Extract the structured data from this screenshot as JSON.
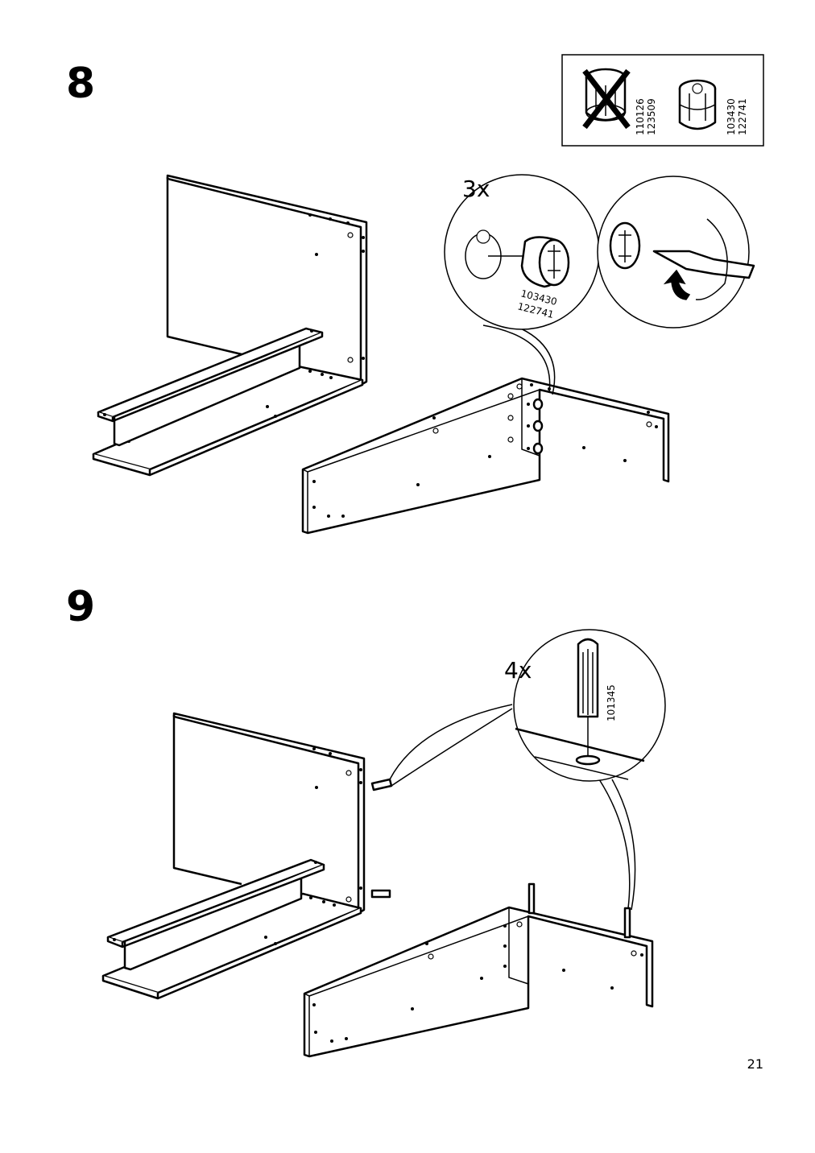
{
  "steps": [
    {
      "number": "8",
      "callout_qty": "3x",
      "part_codes_callout": [
        "103430",
        "122741"
      ],
      "parts_box": {
        "wrong_part_codes": [
          "110126",
          "123509"
        ],
        "right_part_codes": [
          "103430",
          "122741"
        ]
      }
    },
    {
      "number": "9",
      "callout_qty": "4x",
      "part_code": "101345"
    }
  ],
  "page_number": "21"
}
